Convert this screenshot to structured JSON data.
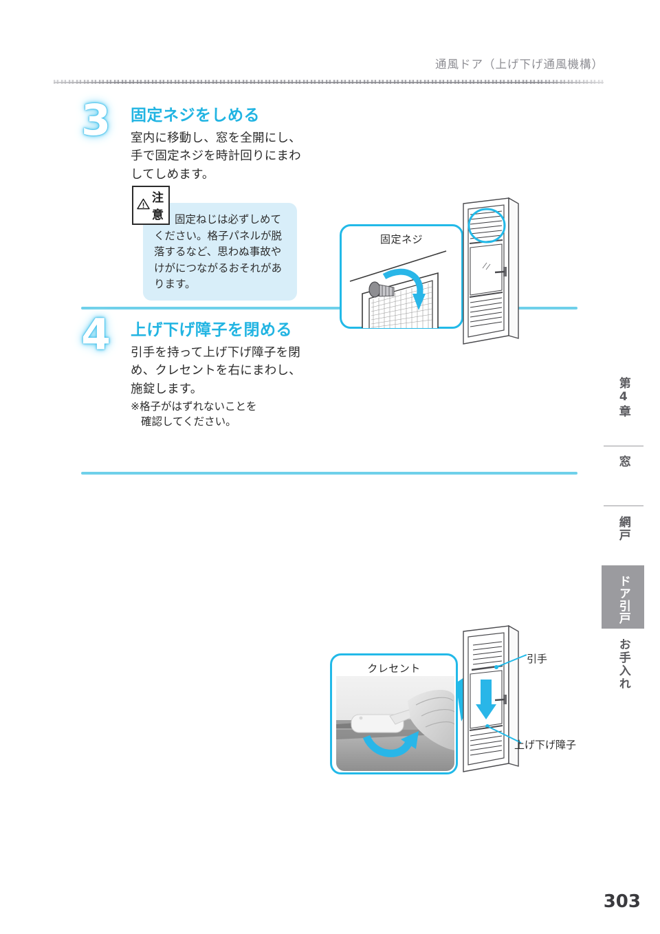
{
  "header": {
    "title": "通風ドア（上げ下げ通風機構）"
  },
  "steps": [
    {
      "number": "3",
      "title": "固定ネジをしめる",
      "body": "室内に移動し、窓を全開にし、手で固定ネジを時計回りにまわしてしめます。",
      "caution": {
        "label": "注意",
        "icon": "warning-triangle-icon",
        "items": [
          "固定ねじは必ずしめてください。格子パネルが脱落するなど、思わぬ事故やけがにつながるおそれがあります。"
        ]
      },
      "callout": {
        "label": "固定ネジ",
        "illustration": "screw-tighten-clockwise-on-mesh-panel"
      },
      "diagram": {
        "name": "ventilation-door-front-view",
        "highlight": "top-louver-circle"
      }
    },
    {
      "number": "4",
      "title": "上げ下げ障子を閉める",
      "body": "引手を持って上げ下げ障子を閉め、クレセントを右にまわし、施錠します。",
      "note": "※格子がはずれないことを確認してください。",
      "note_line1": "※格子がはずれないことを",
      "note_line2": "確認してください。",
      "callout": {
        "label": "クレセント",
        "illustration": "hand-turning-crescent-lock-photo"
      },
      "diagram": {
        "name": "ventilation-door-closing-sash",
        "labels": [
          {
            "text": "引手",
            "target": "pull-handle"
          },
          {
            "text": "上げ下げ障子",
            "target": "sliding-sash"
          }
        ],
        "arrow": "down-arrow-close-sash"
      }
    }
  ],
  "side_index": {
    "chapter": "第4章",
    "chapter_lines": [
      "第",
      "4",
      "章"
    ],
    "items": [
      {
        "label": "窓",
        "active": false
      },
      {
        "label": "網戸",
        "active": false
      },
      {
        "label": "ドア引戸",
        "active": true,
        "lines": [
          "ドア",
          "引戸"
        ]
      },
      {
        "label": "お手入れ",
        "active": false
      }
    ]
  },
  "page_number": "303",
  "colors": {
    "accent": "#21b4e2",
    "divider": "#6fd0ea",
    "caution_bg": "#d8eef9",
    "index_active_bg": "#9b9b9f",
    "header_text": "#8d8d93"
  }
}
